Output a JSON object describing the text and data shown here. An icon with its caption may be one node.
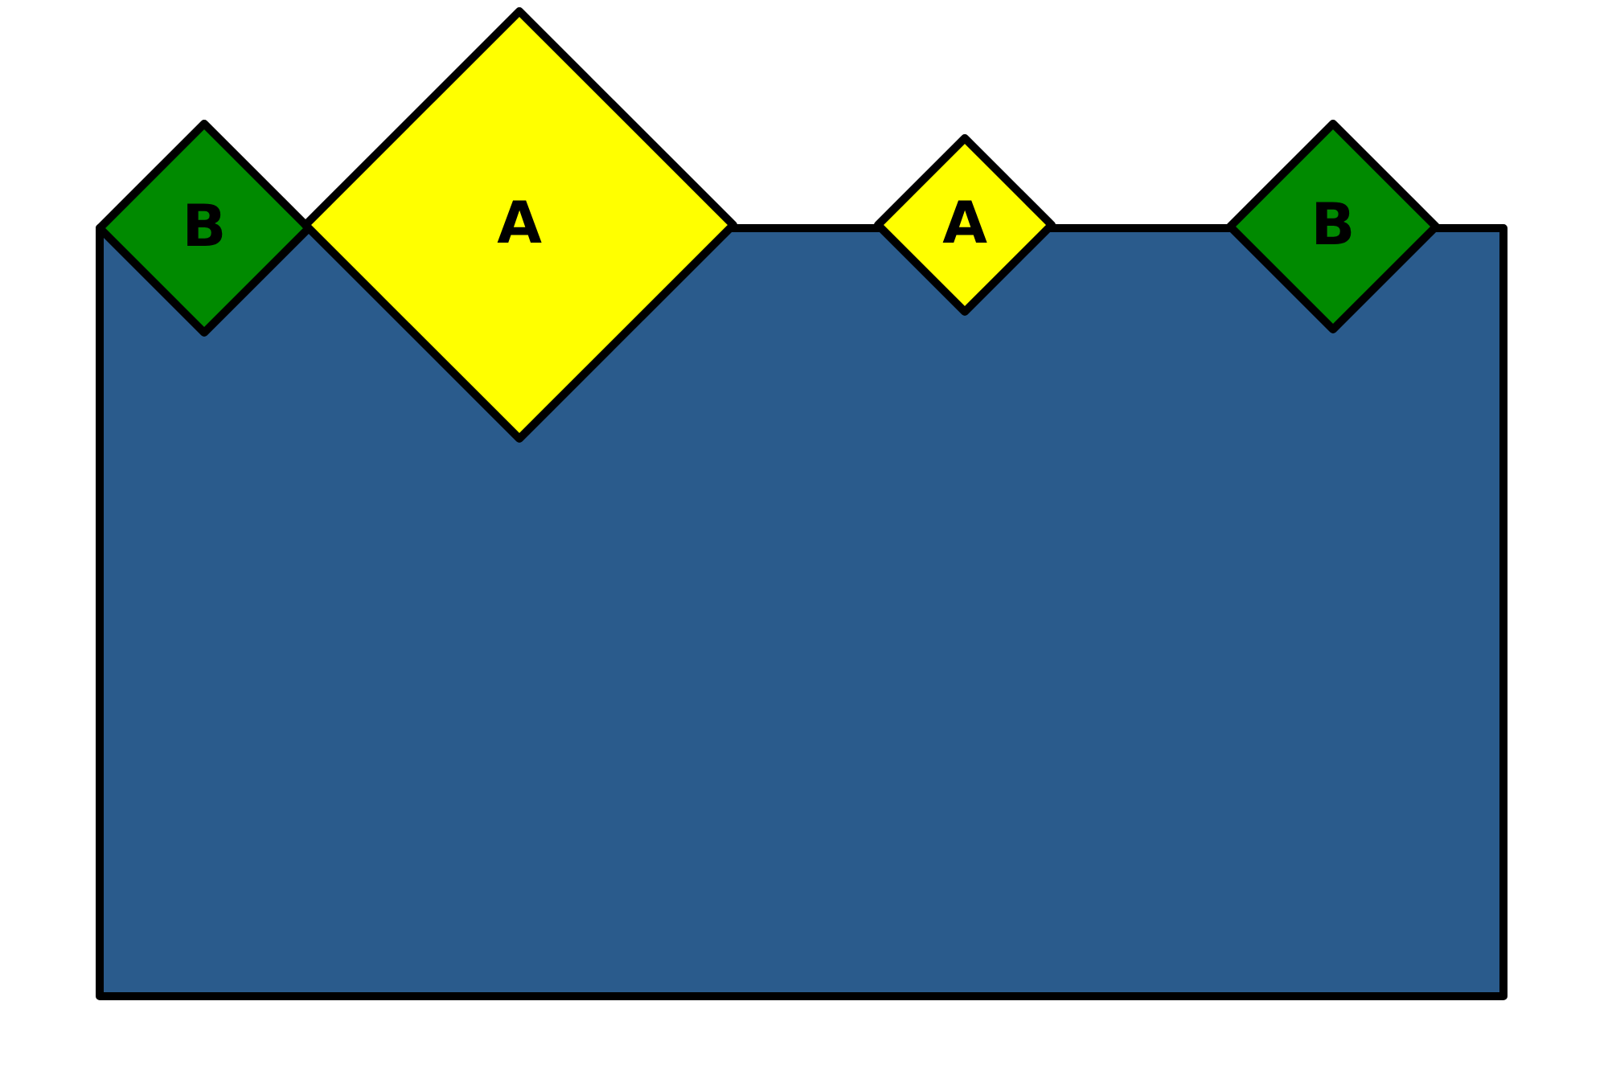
{
  "diagram": {
    "nodes": [
      {
        "text": [],
        "shape": "box"
      },
      {
        "text": [
          "B"
        ]
      },
      {
        "text": [
          "A"
        ]
      },
      {
        "text": [
          "A"
        ]
      },
      {
        "text": [
          "B"
        ]
      }
    ]
  }
}
